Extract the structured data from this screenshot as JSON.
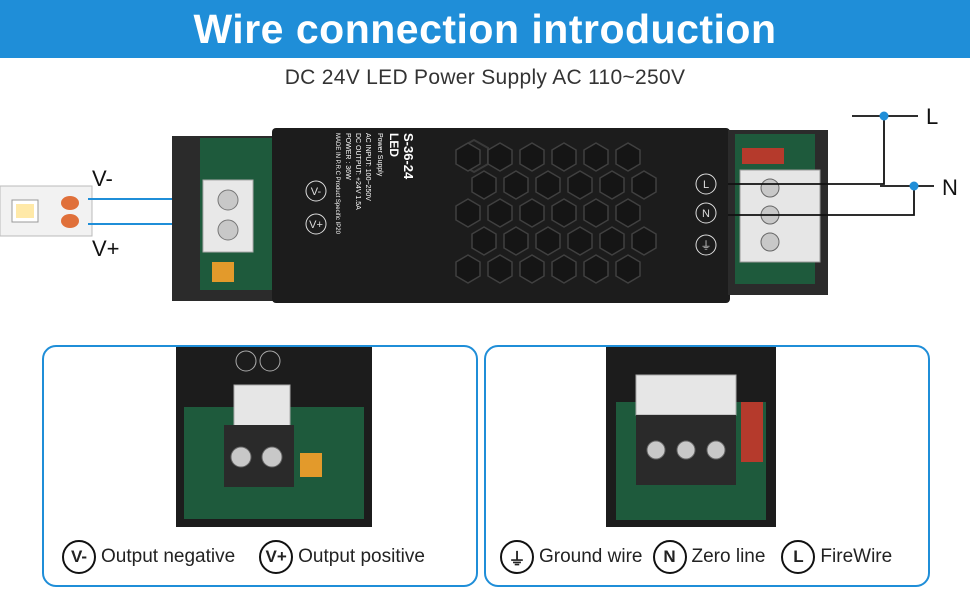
{
  "header": {
    "title": "Wire connection introduction"
  },
  "subtitle": "DC 24V LED Power Supply AC 110~250V",
  "wires": {
    "v_minus": "V-",
    "v_plus": "V+",
    "live": "L",
    "neutral": "N"
  },
  "unit_label": {
    "brand": "LED",
    "brand_sub": "Power Supply",
    "model": "S-36-24",
    "specs": [
      "AC INPUT: 100~250V",
      "DC OUTPUT: +24V 1.5A",
      "POWER : 36W",
      "MADE IN P.R.C   Product Specific  IP20"
    ]
  },
  "terminal_marks": {
    "left": [
      "V-",
      "V+"
    ],
    "right": [
      "⏚",
      "N",
      "L"
    ]
  },
  "legend": {
    "left": [
      {
        "symbol": "V-",
        "label": "Output negative"
      },
      {
        "symbol": "V+",
        "label": "Output positive"
      }
    ],
    "right": [
      {
        "symbol": "⏚",
        "label": "Ground wire"
      },
      {
        "symbol": "N",
        "label": "Zero line"
      },
      {
        "symbol": "L",
        "label": "FireWire"
      }
    ]
  },
  "colors": {
    "banner": "#1f8ed8",
    "wire_blue": "#1f8ed8",
    "case": "#1c1c1c",
    "pcb": "#1e5a3c"
  }
}
